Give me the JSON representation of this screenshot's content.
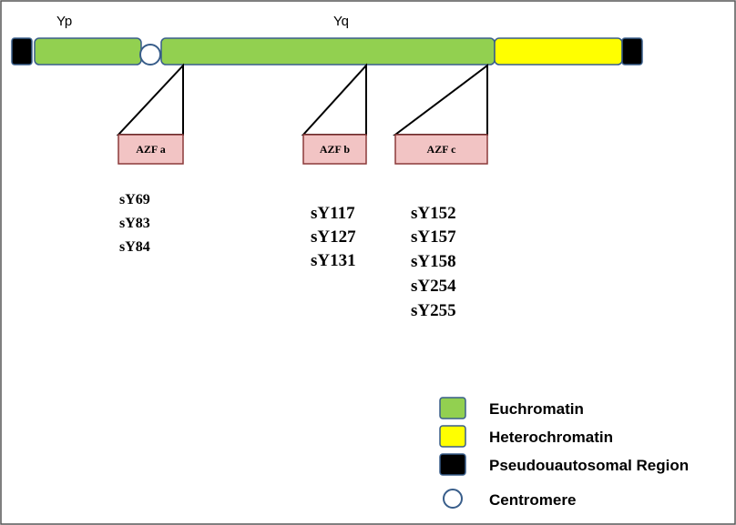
{
  "arms": {
    "p_label": "Yp",
    "q_label": "Yq"
  },
  "colors": {
    "euchromatin": "#92d050",
    "heterochromatin": "#ffff00",
    "pseudoautosomal": "#000000",
    "outline": "#385d8a",
    "azf_fill": "#f2c4c4",
    "azf_stroke": "#8b3a3a",
    "frame": "#555555"
  },
  "regions": [
    {
      "name": "AZF a",
      "markers": [
        "sY69",
        "sY83",
        "sY84"
      ]
    },
    {
      "name": "AZF b",
      "markers": [
        "sY117",
        "sY127",
        "sY131"
      ]
    },
    {
      "name": "AZF c",
      "markers": [
        "sY152",
        "sY157",
        "sY158",
        "sY254",
        "sY255"
      ]
    }
  ],
  "legend": [
    {
      "key": "euchromatin",
      "label": "Euchromatin",
      "symbol": "box"
    },
    {
      "key": "heterochromatin",
      "label": "Heterochromatin",
      "symbol": "box"
    },
    {
      "key": "pseudoautosomal",
      "label": "Pseudouautosomal Region",
      "symbol": "box"
    },
    {
      "key": "centromere",
      "label": "Centromere",
      "symbol": "circle"
    }
  ]
}
